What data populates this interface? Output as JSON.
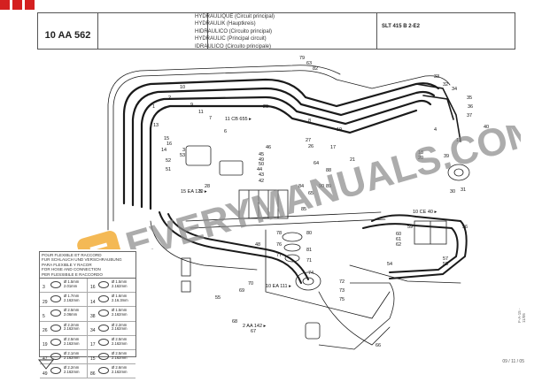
{
  "header": {
    "code": "10 AA 562",
    "titles": [
      "HYDRAULIQUE (Circuit principal)",
      "HYDRAULIK (Hauptkreis)",
      "HIDRAULICO (Circuito principal)",
      "HYDRAULIC (Principal circuit)",
      "IDRAULICO (Circuito principale)"
    ],
    "model": "SLT 415 B 2-E2"
  },
  "legend": {
    "heading": [
      "POUR FLEXIBLE ET RACCORD",
      "FUR SCHLAUCH UND VERSCHRAUBUNG",
      "PARA FLEXIBLE Y RACOR",
      "FOR HOSE AND CONNECTION",
      "PER FLESSIBILE E RACCORDO"
    ],
    "cells": [
      {
        "num": "3",
        "spec": [
          "Ø 1.5mm",
          "2.01mm"
        ]
      },
      {
        "num": "16",
        "spec": [
          "Ø 1.5mm",
          "2.162mm"
        ]
      },
      {
        "num": "29",
        "spec": [
          "Ø 1.7mm",
          "2.162mm"
        ]
      },
      {
        "num": "14",
        "spec": [
          "Ø 1.6mm",
          "2.16.3mm"
        ]
      },
      {
        "num": "5",
        "spec": [
          "Ø 2.5mm",
          "2.06mm"
        ]
      },
      {
        "num": "38",
        "spec": [
          "Ø 1.5mm",
          "2.162mm"
        ]
      },
      {
        "num": "26",
        "spec": [
          "Ø 2.2mm",
          "2.162mm"
        ]
      },
      {
        "num": "34",
        "spec": [
          "Ø 2.2mm",
          "2.162mm"
        ]
      },
      {
        "num": "19",
        "spec": [
          "Ø 2.5mm",
          "2.162mm"
        ]
      },
      {
        "num": "17",
        "spec": [
          "Ø 2.5mm",
          "2.162mm"
        ]
      },
      {
        "num": "47",
        "spec": [
          "Ø 2.1mm",
          "2.162mm"
        ]
      },
      {
        "num": "15",
        "spec": [
          "Ø 2.5mm",
          "2.162mm"
        ]
      },
      {
        "num": "49",
        "spec": [
          "Ø 2.2mm",
          "2.162mm"
        ]
      },
      {
        "num": "86",
        "spec": [
          "Ø 2.6mm",
          "2.162mm"
        ]
      }
    ]
  },
  "diagram": {
    "callouts": [
      {
        "text": "79"
      },
      {
        "text": "63"
      },
      {
        "text": "82"
      },
      {
        "text": "33"
      },
      {
        "text": "32"
      },
      {
        "text": "34"
      },
      {
        "text": "35"
      },
      {
        "text": "36"
      },
      {
        "text": "37"
      },
      {
        "text": "40"
      },
      {
        "text": "10"
      },
      {
        "text": "2"
      },
      {
        "text": "9"
      },
      {
        "text": "1"
      },
      {
        "text": "11"
      },
      {
        "text": "7"
      },
      {
        "text": "6"
      },
      {
        "text": "29"
      },
      {
        "text": "13"
      },
      {
        "text": "15"
      },
      {
        "text": "16"
      },
      {
        "text": "14"
      },
      {
        "text": "3"
      },
      {
        "text": "53"
      },
      {
        "text": "52"
      },
      {
        "text": "51"
      },
      {
        "text": "46"
      },
      {
        "text": "45"
      },
      {
        "text": "49"
      },
      {
        "text": "50"
      },
      {
        "text": "44"
      },
      {
        "text": "43"
      },
      {
        "text": "42"
      },
      {
        "text": "27"
      },
      {
        "text": "26"
      },
      {
        "text": "19"
      },
      {
        "text": "17"
      },
      {
        "text": "21"
      },
      {
        "text": "20"
      },
      {
        "text": "18"
      },
      {
        "text": "12"
      },
      {
        "text": "39"
      },
      {
        "text": "30"
      },
      {
        "text": "31"
      },
      {
        "text": "64"
      },
      {
        "text": "88"
      },
      {
        "text": "89"
      },
      {
        "text": "65"
      },
      {
        "text": "85"
      },
      {
        "text": "84"
      },
      {
        "text": "90"
      },
      {
        "text": "78"
      },
      {
        "text": "76"
      },
      {
        "text": "77"
      },
      {
        "text": "80"
      },
      {
        "text": "81"
      },
      {
        "text": "71"
      },
      {
        "text": "74"
      },
      {
        "text": "72"
      },
      {
        "text": "73"
      },
      {
        "text": "75"
      },
      {
        "text": "70"
      },
      {
        "text": "69"
      },
      {
        "text": "55"
      },
      {
        "text": "68"
      },
      {
        "text": "67"
      },
      {
        "text": "66"
      },
      {
        "text": "57"
      },
      {
        "text": "58"
      },
      {
        "text": "56"
      },
      {
        "text": "59"
      },
      {
        "text": "60"
      },
      {
        "text": "61"
      },
      {
        "text": "62"
      },
      {
        "text": "54"
      },
      {
        "text": "48"
      },
      {
        "text": "4"
      },
      {
        "text": "8"
      },
      {
        "text": "28"
      },
      {
        "text": "5"
      }
    ],
    "references": [
      {
        "text": "11 CB 655"
      },
      {
        "text": "15 EA 120"
      },
      {
        "text": "10 CE 40"
      },
      {
        "text": "10 EA 111"
      },
      {
        "text": "2 AA 142"
      }
    ]
  },
  "footer": {
    "date": "09 / 11 / 05",
    "side_code": "F-A-15 - 11/05"
  },
  "watermark": {
    "text": "EVERYMANUALS.COM",
    "logo_letter": "E"
  },
  "colors": {
    "brand_red": "#d42020",
    "watermark_text": "#8a8a8a",
    "watermark_logo": "#f0a21c",
    "line": "#1a1a1a"
  }
}
